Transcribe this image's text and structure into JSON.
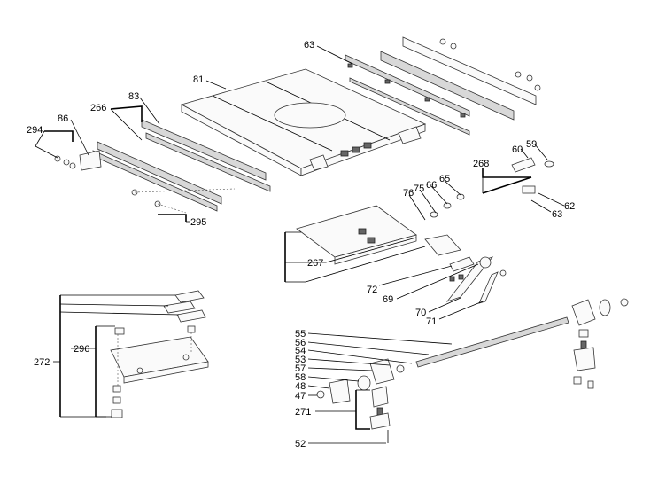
{
  "callouts": {
    "c63a": "63",
    "c81": "81",
    "c83": "83",
    "c266": "266",
    "c86": "86",
    "c294": "294",
    "c295": "295",
    "c60": "60",
    "c59": "59",
    "c268": "268",
    "c65": "65",
    "c66": "66",
    "c75": "75",
    "c76": "76",
    "c62": "62",
    "c63b": "63",
    "c267": "267",
    "c72": "72",
    "c69": "69",
    "c70": "70",
    "c71": "71",
    "c55": "55",
    "c56": "56",
    "c54": "54",
    "c53": "53",
    "c57": "57",
    "c58": "58",
    "c48": "48",
    "c47": "47",
    "c271": "271",
    "c52": "52",
    "c272": "272",
    "c296": "296"
  }
}
